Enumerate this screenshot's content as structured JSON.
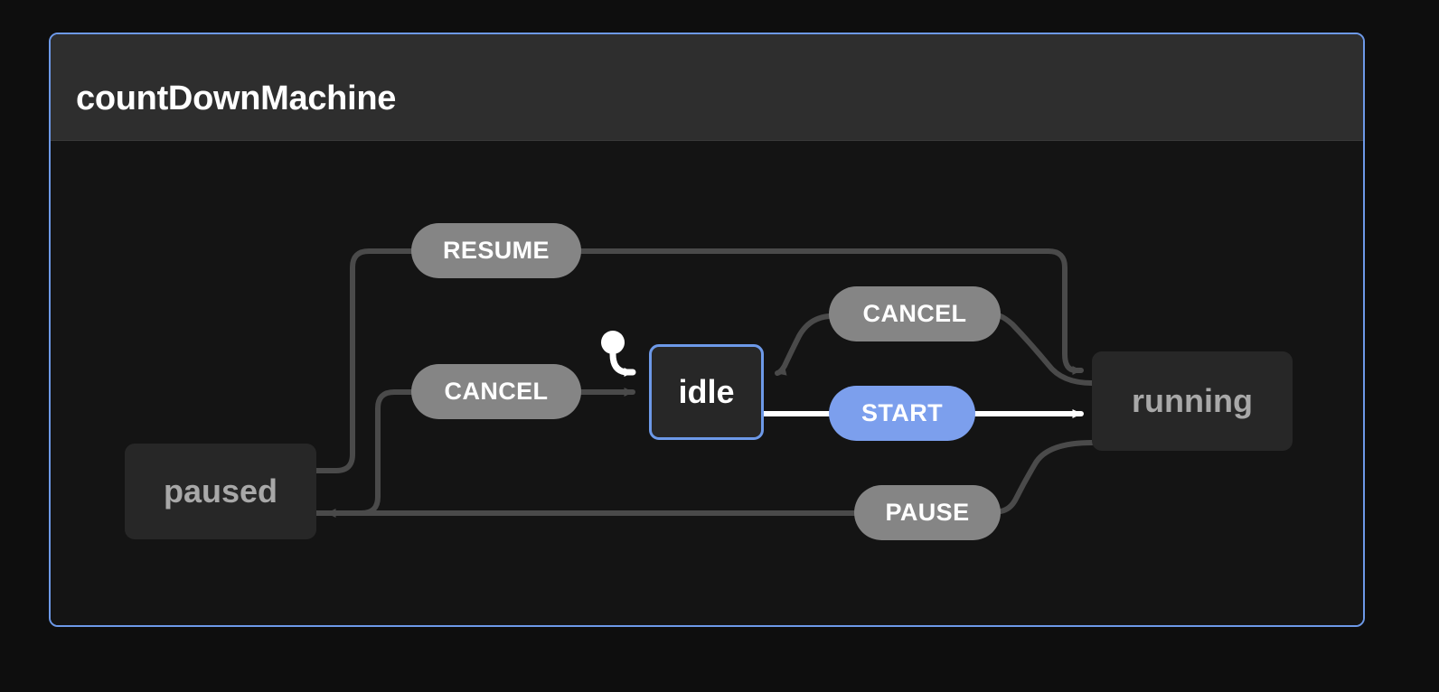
{
  "background_color": "#0e0e0e",
  "machine": {
    "title": "countDownMachine",
    "border_color": "#6d99e8",
    "header_color": "#2e2e2e",
    "body_color": "#141414"
  },
  "states": [
    {
      "id": "idle",
      "label": "idle",
      "active": true,
      "text_color": "#ffffff",
      "fill": "#272727",
      "border_color": "#6d99e8"
    },
    {
      "id": "running",
      "label": "running",
      "active": false,
      "text_color": "#a8a8a8",
      "fill": "#272727",
      "border_color": "none"
    },
    {
      "id": "paused",
      "label": "paused",
      "active": false,
      "text_color": "#a8a8a8",
      "fill": "#272727",
      "border_color": "none"
    }
  ],
  "events": [
    {
      "id": "resume",
      "label": "RESUME",
      "color": "#858585",
      "from": "paused",
      "to": "running",
      "highlight": false
    },
    {
      "id": "cancel-top",
      "label": "CANCEL",
      "color": "#858585",
      "from": "running",
      "to": "idle",
      "highlight": false
    },
    {
      "id": "cancel-left",
      "label": "CANCEL",
      "color": "#858585",
      "from": "paused",
      "to": "idle",
      "highlight": false
    },
    {
      "id": "start",
      "label": "START",
      "color": "#7c9fed",
      "from": "idle",
      "to": "running",
      "highlight": true
    },
    {
      "id": "pause",
      "label": "PAUSE",
      "color": "#858585",
      "from": "running",
      "to": "paused",
      "highlight": false
    }
  ],
  "initial_state_marker": {
    "target": "idle",
    "color": "#ffffff"
  },
  "edge_colors": {
    "inactive": "#4a4a4a",
    "active": "#ffffff",
    "arrow_inactive": "#4a4a4a",
    "arrow_active": "#ffffff"
  }
}
